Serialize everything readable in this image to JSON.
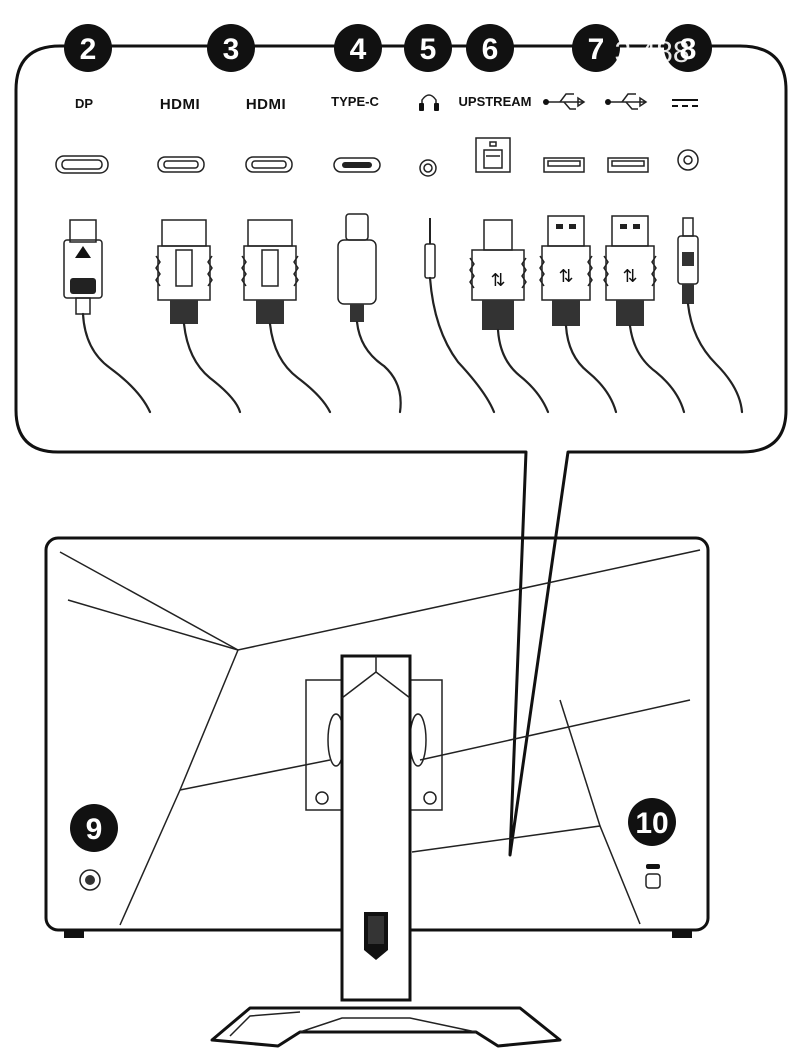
{
  "callout": {
    "ports": [
      {
        "number": "2",
        "label": "DP",
        "style": "text"
      },
      {
        "number": "3",
        "label": "HDMI",
        "style": "hdmi"
      },
      {
        "number": "",
        "label": "HDMI",
        "style": "hdmi"
      },
      {
        "number": "4",
        "label": "TYPE-C",
        "style": "text"
      },
      {
        "number": "5",
        "label": "",
        "style": "headphone"
      },
      {
        "number": "6",
        "label": "UPSTREAM",
        "style": "text"
      },
      {
        "number": "7",
        "label": "",
        "style": "usb"
      },
      {
        "number": "",
        "label": "",
        "style": "usb"
      },
      {
        "number": "8",
        "label": "",
        "style": "dc"
      }
    ],
    "overlay_text": "3  488"
  },
  "monitor": {
    "left_label": "9",
    "right_label": "10"
  }
}
